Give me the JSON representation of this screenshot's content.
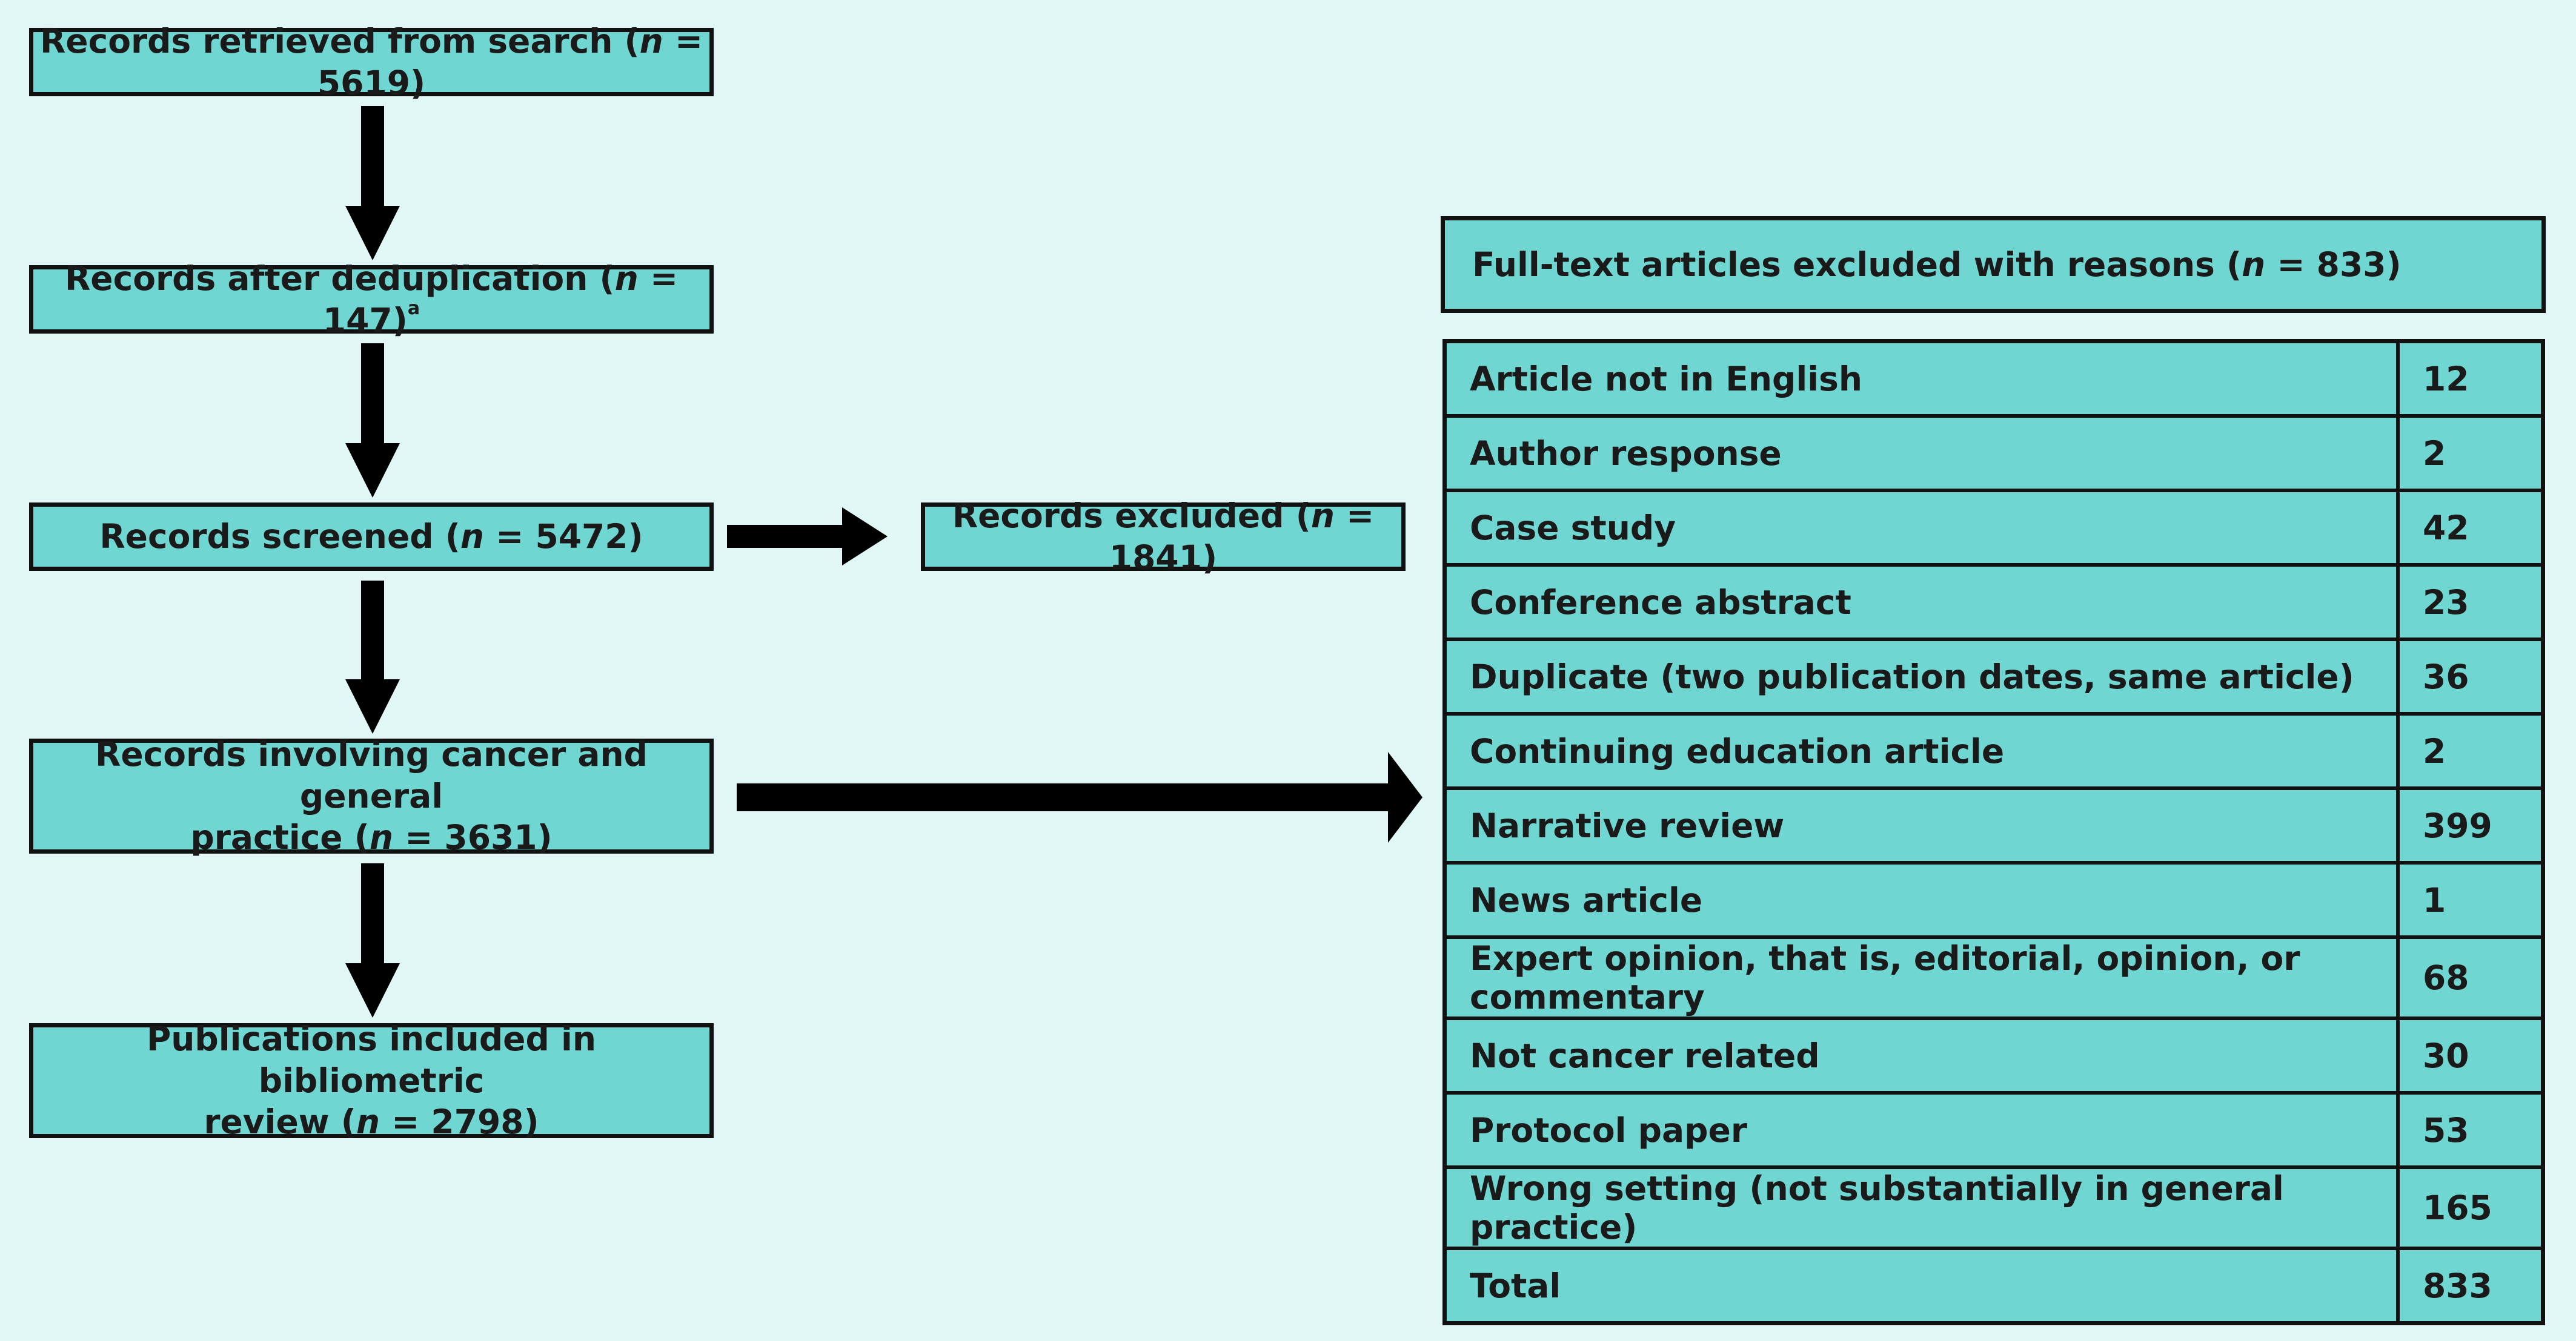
{
  "flow": {
    "retrieved": {
      "label": "Records retrieved from search (",
      "n_label": "n",
      "value": " = 5619)"
    },
    "dedup": {
      "label": "Records after deduplication (",
      "n_label": "n",
      "value": " = 147)",
      "footnote": "a"
    },
    "screened": {
      "label": "Records screened (",
      "n_label": "n",
      "value": " = 5472)"
    },
    "excluded": {
      "label": "Records excluded (",
      "n_label": "n",
      "value": " = 1841)"
    },
    "cancer": {
      "line1": "Records involving cancer and general",
      "line2_pre": "practice (",
      "n_label": "n",
      "value": " = 3631)"
    },
    "included": {
      "line1": "Publications included in bibliometric",
      "line2_pre": "review (",
      "n_label": "n",
      "value": " = 2798)"
    }
  },
  "exclusions": {
    "header_label": "Full-text articles excluded with reasons (",
    "n_label": "n",
    "header_value": " = 833)",
    "rows": [
      {
        "reason": "Article not in English",
        "count": "12"
      },
      {
        "reason": "Author response",
        "count": "2"
      },
      {
        "reason": "Case study",
        "count": "42"
      },
      {
        "reason": "Conference abstract",
        "count": "23"
      },
      {
        "reason": "Duplicate (two publication dates, same article)",
        "count": "36"
      },
      {
        "reason": "Continuing education article",
        "count": "2"
      },
      {
        "reason": "Narrative review",
        "count": "399"
      },
      {
        "reason": "News article",
        "count": "1"
      },
      {
        "reason": "Expert opinion, that is, editorial, opinion, or commentary",
        "count": "68"
      },
      {
        "reason": "Not cancer related",
        "count": "30"
      },
      {
        "reason": "Protocol paper",
        "count": "53"
      },
      {
        "reason": "Wrong setting (not substantially in general practice)",
        "count": "165"
      },
      {
        "reason": "Total",
        "count": "833"
      }
    ]
  },
  "colors": {
    "background": "#e0f7f5",
    "box_fill": "#6fd6d2",
    "border": "#111111"
  }
}
